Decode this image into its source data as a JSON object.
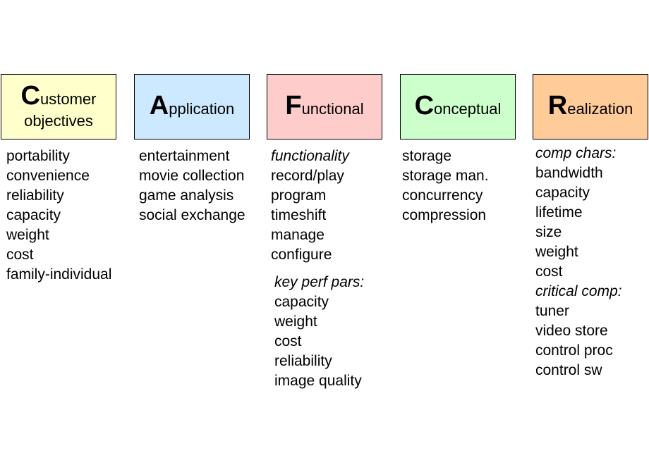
{
  "colors": {
    "customer": "#ffffcc",
    "application": "#cce9ff",
    "functional": "#ffcccc",
    "conceptual": "#ccffcc",
    "realization": "#ffcc99"
  },
  "customer": {
    "initial": "C",
    "title_rest": "ustomer",
    "subtitle": "objectives",
    "items": [
      "portability",
      "convenience",
      "reliability",
      "capacity",
      "weight",
      "cost",
      "family-individual"
    ]
  },
  "application": {
    "initial": "A",
    "title_rest": "pplication",
    "items": [
      "entertainment",
      "movie collection",
      "game analysis",
      "social exchange"
    ]
  },
  "functional": {
    "initial": "F",
    "title_rest": "unctional",
    "heading": "functionality",
    "items": [
      "record/play",
      "program",
      "timeshift",
      "manage",
      "configure"
    ],
    "perf_heading": "key perf pars:",
    "perf_items": [
      "capacity",
      "weight",
      "cost",
      "reliability",
      "image quality"
    ]
  },
  "conceptual": {
    "initial": "C",
    "title_rest": "onceptual",
    "items": [
      "storage",
      "storage man.",
      "concurrency",
      "compression"
    ]
  },
  "realization": {
    "initial": "R",
    "title_rest": "ealization",
    "chars_heading": "comp chars:",
    "chars_items": [
      "bandwidth",
      "capacity",
      "lifetime",
      "size",
      "weight",
      "cost"
    ],
    "critical_heading": "critical comp:",
    "critical_items": [
      "tuner",
      "video store",
      "control proc",
      "control sw"
    ]
  }
}
